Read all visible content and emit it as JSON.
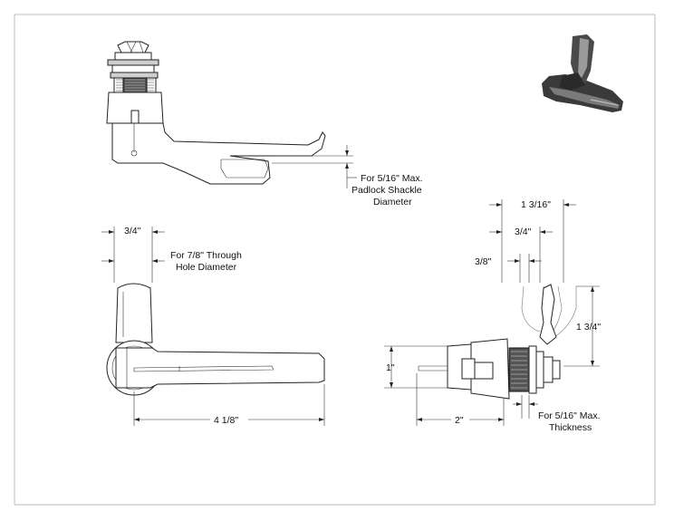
{
  "colors": {
    "line": "#222222",
    "background": "#ffffff",
    "photo_dark": "#3a3a3a",
    "photo_light": "#9a9a9a"
  },
  "top_view": {
    "note": "For 5/16\" Max.\nPadlock Shackle\nDiameter"
  },
  "front_view": {
    "width_dim": "3/4\"",
    "hole_note": "For 7/8\" Through\nHole Diameter",
    "length_dim": "4 1/8\""
  },
  "side_view": {
    "overall_dim": "1 3/16\"",
    "mid_dim": "3/4\"",
    "small_dim": "3/8\"",
    "height_dim": "1 3/4\"",
    "left_height_dim": "1\"",
    "depth_dim": "2\"",
    "thickness_note": "For 5/16\" Max.\nThickness"
  },
  "photo": {
    "icon": "lever-latch-photo"
  }
}
